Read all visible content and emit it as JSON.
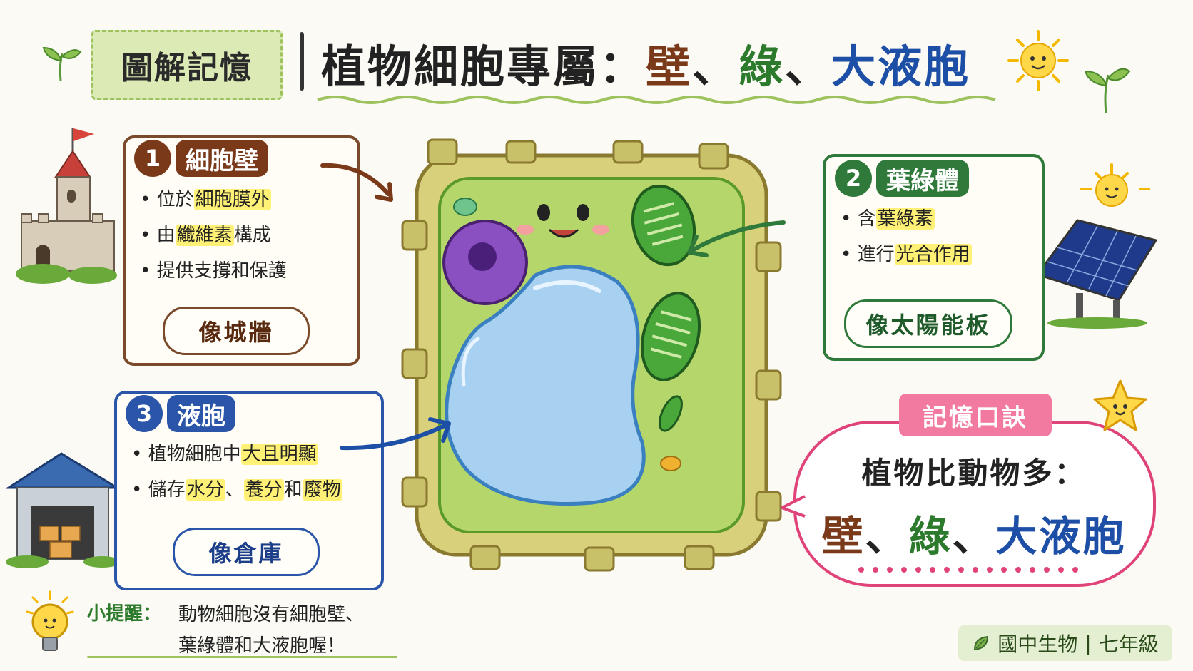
{
  "header": {
    "tag": "圖解記憶",
    "title_main": "植物細胞專屬：",
    "title_wall": "壁",
    "title_sep1": "、",
    "title_green": "綠",
    "title_sep2": "、",
    "title_vacuole": "大液胞"
  },
  "wall_card": {
    "number": "1",
    "heading": "細胞壁",
    "b1_pre": "位於",
    "b1_hl": "細胞膜外",
    "b2_pre": "由",
    "b2_hl": "纖維素",
    "b2_post": "構成",
    "b3": "提供支撐和保護",
    "analogy": "像城牆"
  },
  "chloro_card": {
    "number": "2",
    "heading": "葉綠體",
    "b1_pre": "含",
    "b1_hl": "葉綠素",
    "b2_pre": "進行",
    "b2_hl": "光合作用",
    "analogy": "像太陽能板"
  },
  "vacuole_card": {
    "number": "3",
    "heading": "液胞",
    "b1_pre": "植物細胞中",
    "b1_hl": "大且明顯",
    "b2_pre": "儲存",
    "b2_hl1": "水分",
    "b2_mid": "、",
    "b2_hl2": "養分",
    "b2_mid2": "和",
    "b2_hl3": "廢物",
    "analogy": "像倉庫"
  },
  "mnemonic": {
    "tag": "記憶口訣",
    "line1": "植物比動物多：",
    "wall": "壁",
    "sep1": "、",
    "green": "綠",
    "sep2": "、",
    "vacuole": "大液胞"
  },
  "tip": {
    "label": "小提醒：",
    "line1": "動物細胞沒有細胞壁、",
    "line2": "葉綠體和大液胞喔！"
  },
  "footer": {
    "subject": "國中生物",
    "sep": "|",
    "grade": "七年級"
  },
  "colors": {
    "wall": "#7a4a2a",
    "chloroplast": "#2f7a3a",
    "vacuole": "#2a55a8",
    "mnemonic": "#e0437a",
    "highlight": "#fff176"
  }
}
